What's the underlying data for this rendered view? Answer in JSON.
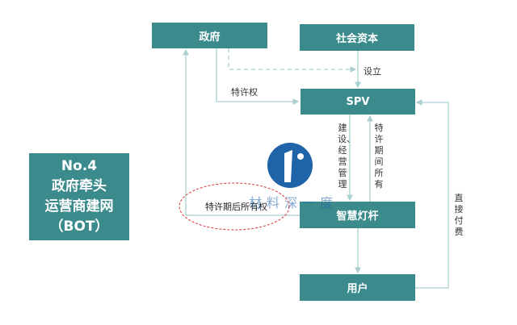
{
  "title_box": {
    "lines": [
      "No.4",
      "政府牵头",
      "运营商建网",
      "（BOT）"
    ]
  },
  "nodes": {
    "government": "政府",
    "social_capital": "社会资本",
    "spv": "SPV",
    "smart_pole": "智慧灯杆",
    "user": "用户"
  },
  "edges": {
    "establish": "设立",
    "franchise": "特许权",
    "build_operate": "建设、经营管理",
    "owned_during_franchise": "特许期间所有",
    "direct_payment": "直接付费",
    "ownership_after_franchise": "特许期后所有权"
  },
  "watermark": "材料深一度",
  "colors": {
    "box": "#3b8b8d",
    "line": "#a9cfd0",
    "ellipse": "#d9343a",
    "watermark": "#1f63a8"
  }
}
